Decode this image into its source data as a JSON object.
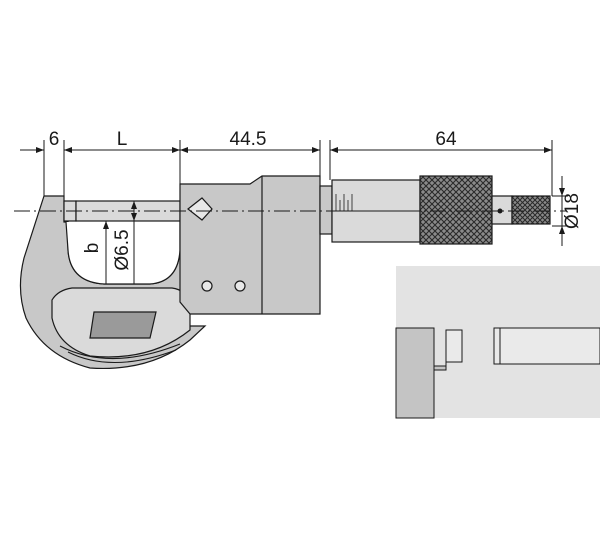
{
  "dimensions": {
    "d1": "6",
    "d2": "L",
    "d3": "44.5",
    "d4": "64",
    "d5": "b",
    "d6": "Ø6.5",
    "d7": "Ø18"
  },
  "colors": {
    "body": "#c8c8c8",
    "frame_light": "#dadada",
    "frame_dark": "#9a9a9a",
    "inset_bg": "#e3e3e3",
    "line": "#1a1a1a"
  }
}
